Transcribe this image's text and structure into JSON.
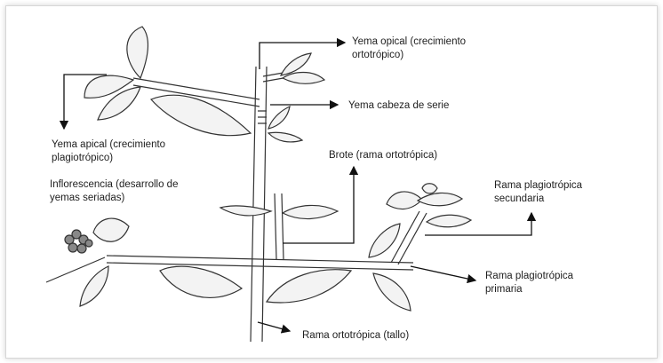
{
  "labels": {
    "yema_opical": [
      "Yema opical (crecimiento",
      "ortotrópico)"
    ],
    "yema_cabeza": [
      "Yema cabeza de serie"
    ],
    "yema_apical": [
      "Yema apical (crecimiento",
      "plagiotrópico)"
    ],
    "brote": [
      "Brote (rama ortotrópica)"
    ],
    "inflorescencia": [
      "Inflorescencia (desarrollo de",
      "yemas seriadas)"
    ],
    "rama_secundaria": [
      "Rama plagiotrópica",
      "secundaria"
    ],
    "rama_primaria": [
      "Rama plagiotrópica",
      "primaria"
    ],
    "rama_ortotropica": [
      "Rama ortotrópica (tallo)"
    ]
  }
}
